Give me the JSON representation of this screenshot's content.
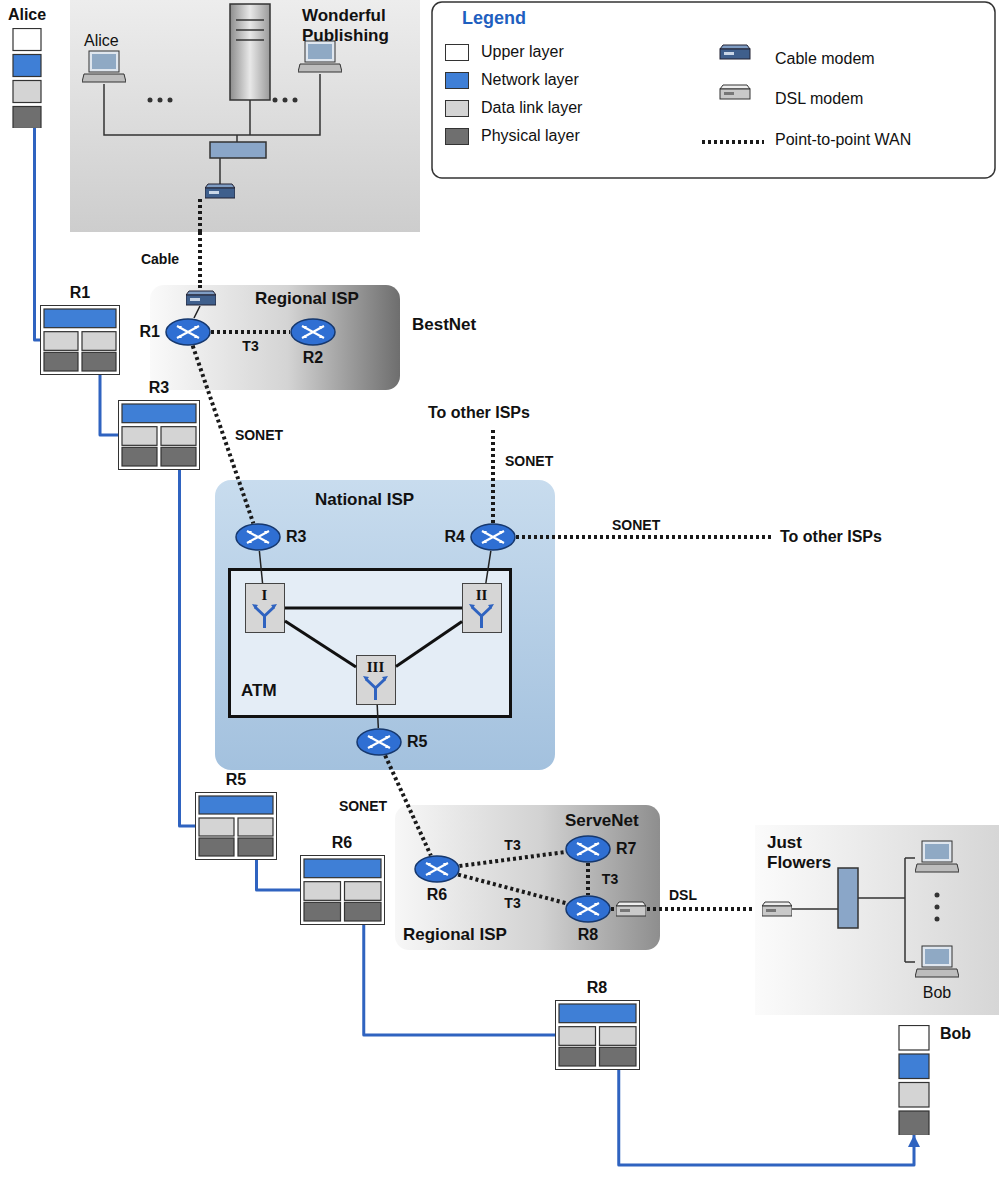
{
  "diagram": {
    "nodes": [
      {
        "text": [
          "Alice"
        ]
      },
      {
        "text": [
          "Wonderful Publishing"
        ]
      },
      {
        "text": [
          "R1"
        ]
      },
      {
        "text": [
          "Regional ISP",
          "BestNet"
        ]
      },
      {
        "text": [
          "R1"
        ],
        "in": 3
      },
      {
        "text": [
          "R2"
        ],
        "in": 3
      },
      {
        "text": [
          "R3"
        ]
      },
      {
        "text": [
          "National ISP"
        ]
      },
      {
        "text": [
          "R3"
        ],
        "in": 7
      },
      {
        "text": [
          "R4"
        ],
        "in": 7
      },
      {
        "text": [
          "ATM"
        ],
        "in": 7
      },
      {
        "text": [
          "I"
        ],
        "in": 10
      },
      {
        "text": [
          "II"
        ],
        "in": 10
      },
      {
        "text": [
          "III"
        ],
        "in": 10
      },
      {
        "text": [
          "R5"
        ],
        "in": 7
      },
      {
        "text": [
          "R5"
        ]
      },
      {
        "text": [
          "ServeNet",
          "Regional ISP"
        ]
      },
      {
        "text": [
          "R6"
        ],
        "in": 16
      },
      {
        "text": [
          "R7"
        ],
        "in": 16
      },
      {
        "text": [
          "R8"
        ],
        "in": 16
      },
      {
        "text": [
          "R6"
        ]
      },
      {
        "text": [
          "Just Flowers"
        ]
      },
      {
        "text": [
          "R8"
        ]
      },
      {
        "text": [
          "Bob"
        ]
      }
    ],
    "edges": [
      {
        "from": 0,
        "to": 2,
        "arrow": "none"
      },
      {
        "from": 2,
        "to": 6,
        "arrow": "none"
      },
      {
        "from": 6,
        "to": 15,
        "arrow": "none"
      },
      {
        "from": 15,
        "to": 20,
        "arrow": "none"
      },
      {
        "from": 20,
        "to": 22,
        "arrow": "none"
      },
      {
        "from": 22,
        "to": 23,
        "arrow": "to"
      },
      {
        "from": 1,
        "to": 3,
        "label": "Cable",
        "arrow": "none"
      },
      {
        "from": 4,
        "to": 5,
        "label": "T3",
        "arrow": "none"
      },
      {
        "from": 4,
        "to": 8,
        "label": "SONET",
        "arrow": "none"
      },
      {
        "from": 8,
        "to": 11,
        "arrow": "none"
      },
      {
        "from": 9,
        "to": 12,
        "arrow": "none"
      },
      {
        "from": 11,
        "to": 12,
        "arrow": "none"
      },
      {
        "from": 11,
        "to": 13,
        "arrow": "none"
      },
      {
        "from": 12,
        "to": 13,
        "arrow": "none"
      },
      {
        "from": 13,
        "to": 14,
        "arrow": "none"
      },
      {
        "from": 14,
        "to": 17,
        "label": "SONET",
        "arrow": "none"
      },
      {
        "from": 17,
        "to": 18,
        "label": "T3",
        "arrow": "none"
      },
      {
        "from": 18,
        "to": 19,
        "label": "T3",
        "arrow": "none"
      },
      {
        "from": 17,
        "to": 19,
        "label": "T3",
        "arrow": "none"
      },
      {
        "from": 19,
        "to": 21,
        "label": "DSL",
        "arrow": "none"
      }
    ],
    "labels": [
      "Legend",
      "Alice",
      "SONET",
      "To other ISPs",
      "SONET",
      "To other ISPs",
      "Bob"
    ],
    "legend": [
      {
        "text": "Upper layer",
        "color": "#ffffff"
      },
      {
        "text": "Network layer",
        "color": "#3f7fd6"
      },
      {
        "text": "Data link layer",
        "color": "#d4d4d4"
      },
      {
        "text": "Physical layer",
        "color": "#6f6f6f"
      },
      {
        "text": "Cable modem"
      },
      {
        "text": "DSL modem"
      },
      {
        "text": "Point-to-point WAN"
      }
    ]
  }
}
